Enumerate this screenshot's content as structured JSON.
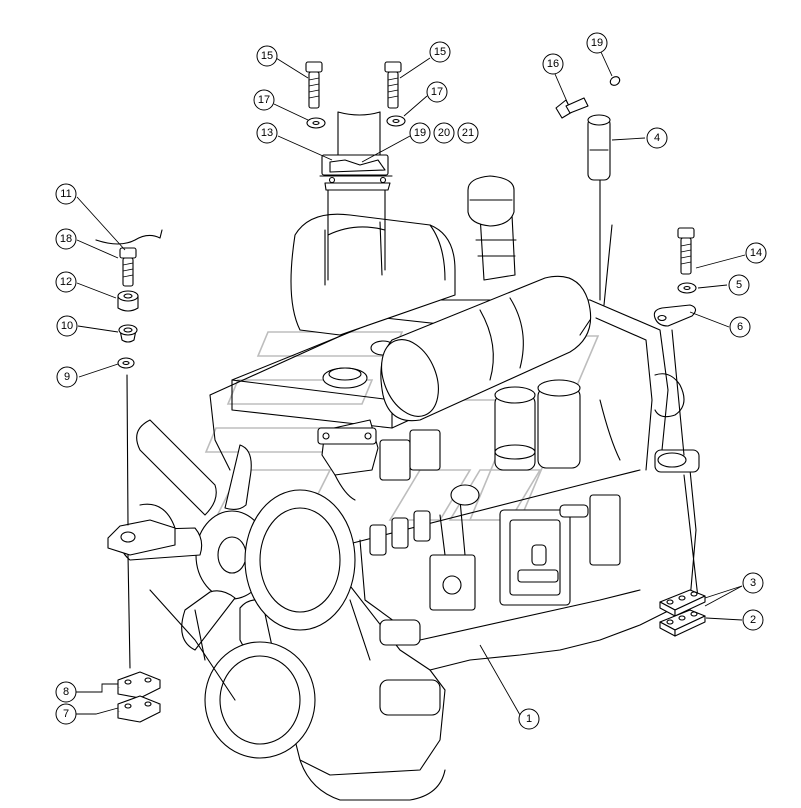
{
  "callouts": [
    {
      "id": "c1",
      "label": "1"
    },
    {
      "id": "c2",
      "label": "2"
    },
    {
      "id": "c3",
      "label": "3"
    },
    {
      "id": "c4",
      "label": "4"
    },
    {
      "id": "c5",
      "label": "5"
    },
    {
      "id": "c6",
      "label": "6"
    },
    {
      "id": "c7",
      "label": "7"
    },
    {
      "id": "c8",
      "label": "8"
    },
    {
      "id": "c9",
      "label": "9"
    },
    {
      "id": "c10",
      "label": "10"
    },
    {
      "id": "c11",
      "label": "11"
    },
    {
      "id": "c12",
      "label": "12"
    },
    {
      "id": "c13",
      "label": "13"
    },
    {
      "id": "c14",
      "label": "14"
    },
    {
      "id": "c15a",
      "label": "15"
    },
    {
      "id": "c15b",
      "label": "15"
    },
    {
      "id": "c16",
      "label": "16"
    },
    {
      "id": "c17a",
      "label": "17"
    },
    {
      "id": "c17b",
      "label": "17"
    },
    {
      "id": "c18",
      "label": "18"
    },
    {
      "id": "c19a",
      "label": "19"
    },
    {
      "id": "c19b",
      "label": "19"
    },
    {
      "id": "c20",
      "label": "20"
    },
    {
      "id": "c21",
      "label": "21"
    }
  ]
}
